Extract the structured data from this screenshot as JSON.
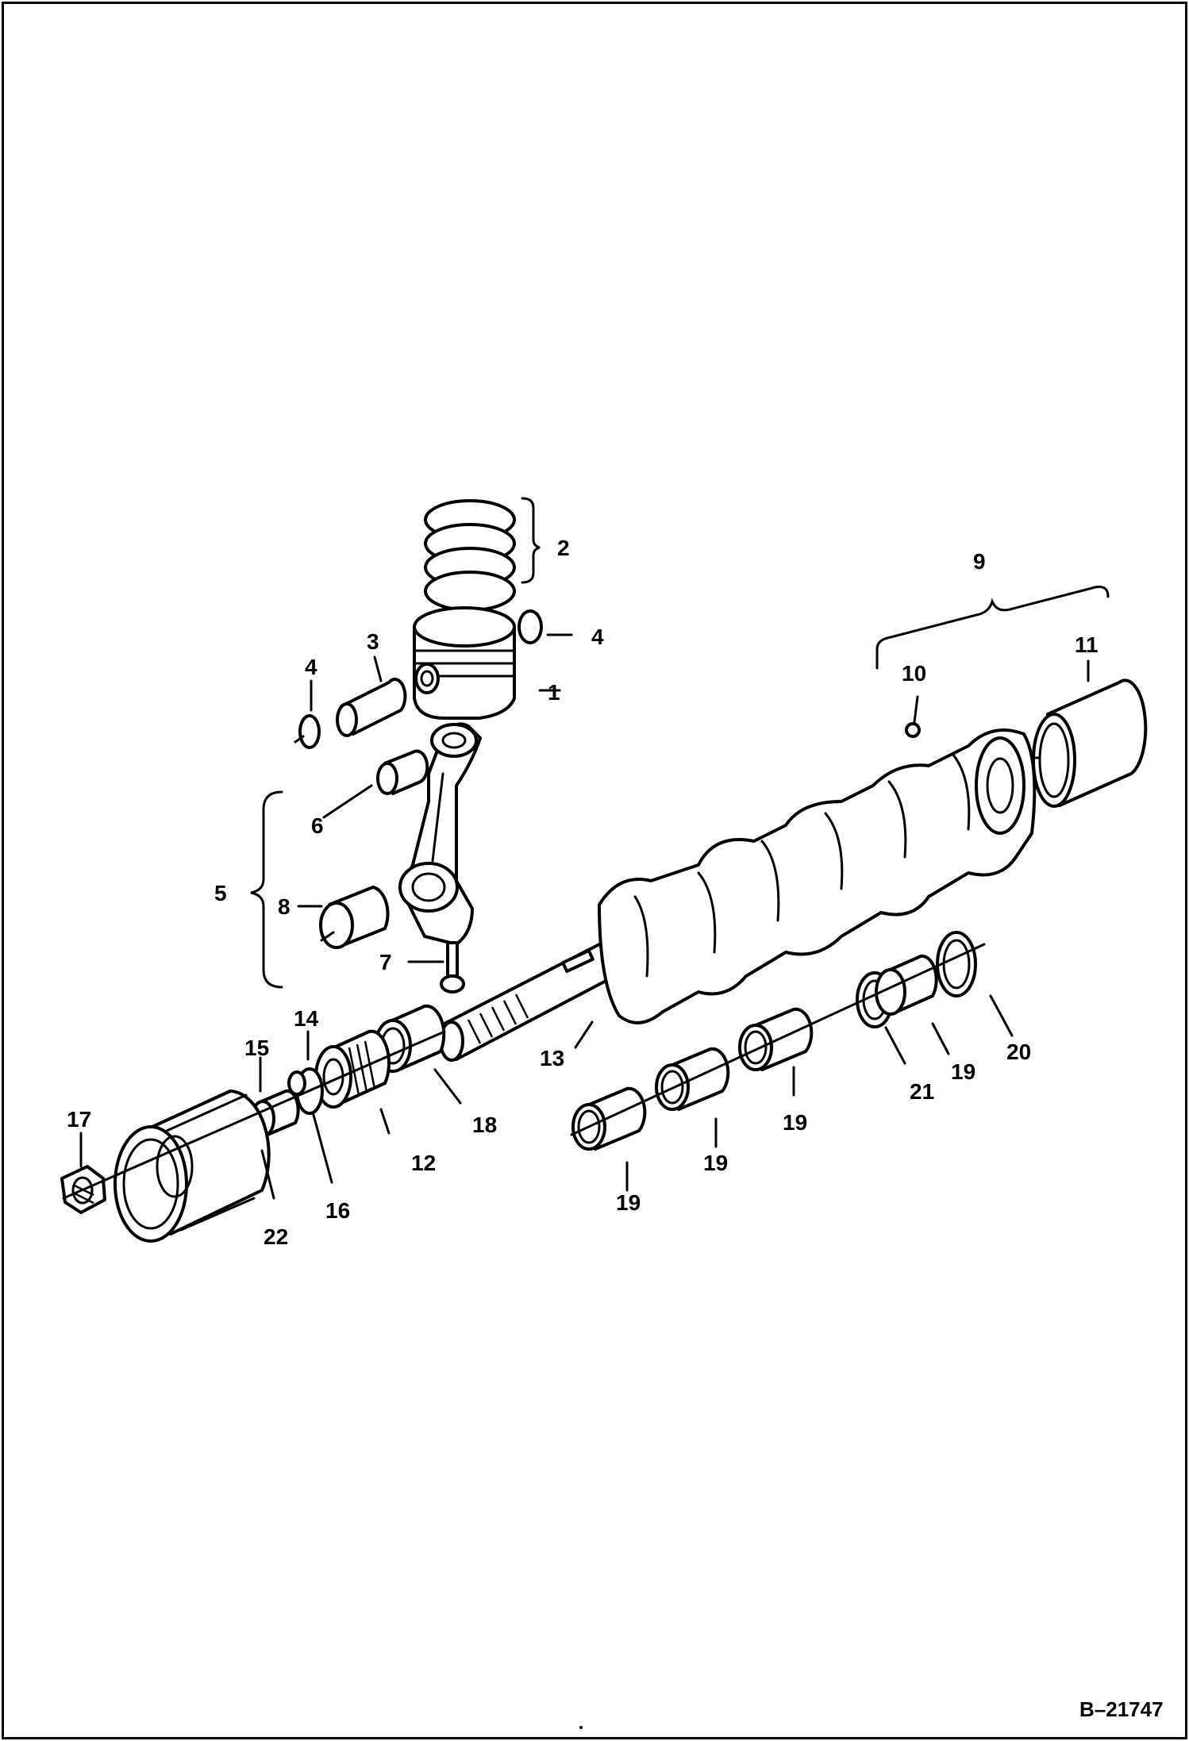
{
  "figure_number": "B–21747",
  "callouts": {
    "c1": "1",
    "c2": "2",
    "c3": "3",
    "c4a": "4",
    "c4b": "4",
    "c5": "5",
    "c6": "6",
    "c7": "7",
    "c8": "8",
    "c9": "9",
    "c10": "10",
    "c11": "11",
    "c12": "12",
    "c13": "13",
    "c14": "14",
    "c15": "15",
    "c16": "16",
    "c17": "17",
    "c18": "18",
    "c19a": "19",
    "c19b": "19",
    "c19c": "19",
    "c19d": "19",
    "c20": "20",
    "c21": "21",
    "c22": "22"
  },
  "colors": {
    "line": "#000000",
    "background": "#ffffff"
  }
}
